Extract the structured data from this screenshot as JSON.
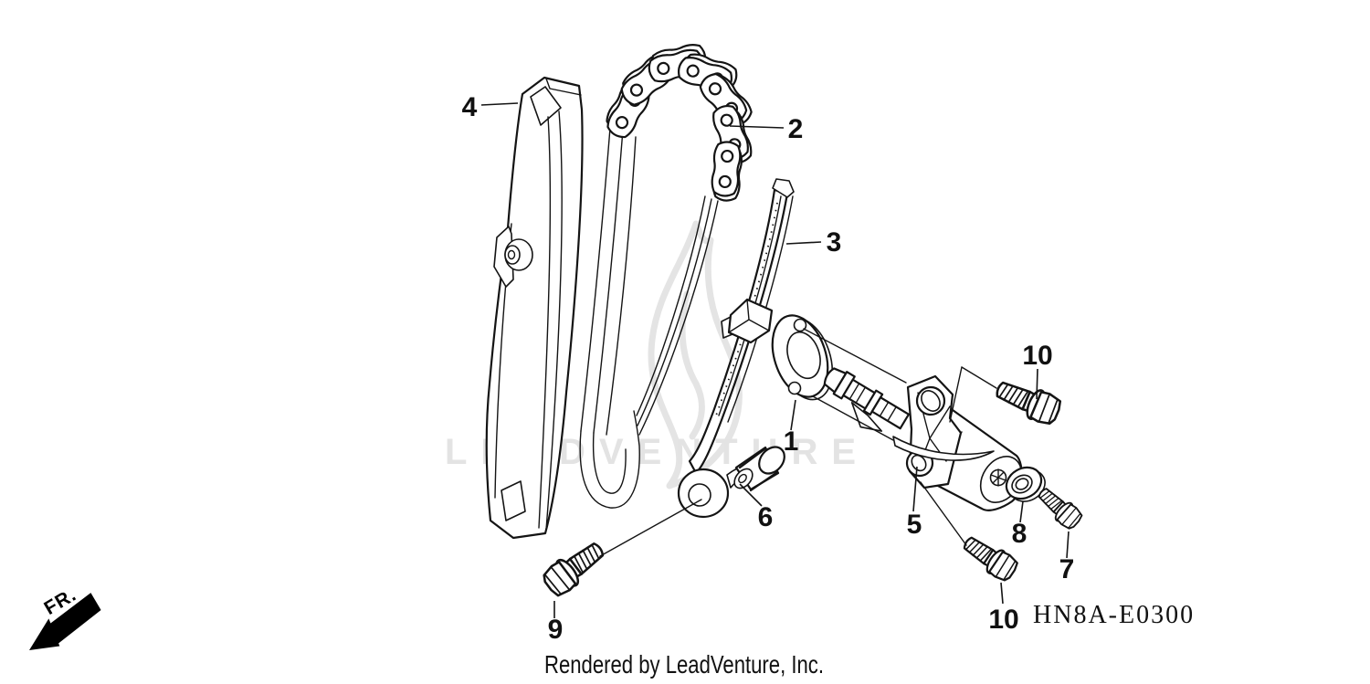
{
  "diagram": {
    "code": "HN8A-E0300",
    "footer": "Rendered by LeadVenture, Inc.",
    "direction_label": "FR.",
    "watermark": "LEADVENTURE",
    "colors": {
      "background": "#ffffff",
      "line": "#141414",
      "watermark": "#e3e3e3"
    }
  },
  "callouts": {
    "part1": "1",
    "part2": "2",
    "part3": "3",
    "part4": "4",
    "part5": "5",
    "part6": "6",
    "part7": "7",
    "part8": "8",
    "part9": "9",
    "part10_top": "10",
    "part10_bottom": "10"
  }
}
